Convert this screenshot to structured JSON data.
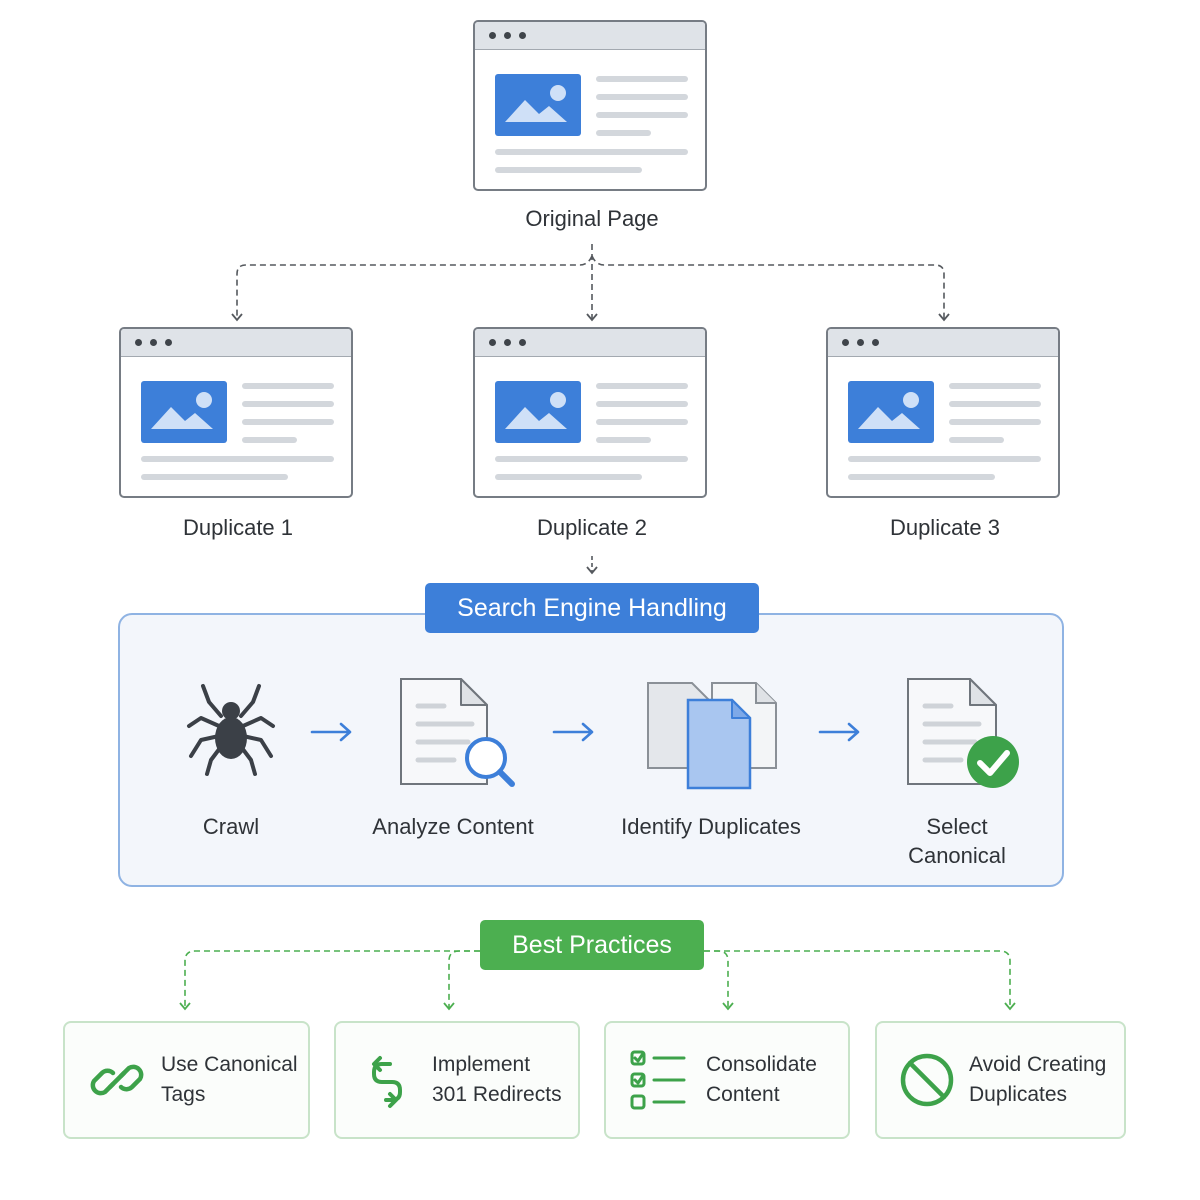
{
  "nodes": {
    "original": "Original Page",
    "duplicate_1": "Duplicate 1",
    "duplicate_2": "Duplicate 2",
    "duplicate_3": "Duplicate 3"
  },
  "handling": {
    "title": "Search Engine Handling",
    "steps": [
      {
        "label": "Crawl",
        "icon": "spider-icon"
      },
      {
        "label": "Analyze Content",
        "icon": "document-search-icon"
      },
      {
        "label": "Identify Duplicates",
        "icon": "duplicate-documents-icon"
      },
      {
        "label": "Select\nCanonical",
        "icon": "document-check-icon"
      }
    ]
  },
  "practices": {
    "title": "Best Practices",
    "items": [
      {
        "label": "Use Canonical\nTags",
        "icon": "link-icon"
      },
      {
        "label": "Implement\n301 Redirects",
        "icon": "redirect-arrows-icon"
      },
      {
        "label": "Consolidate\nContent",
        "icon": "checklist-icon"
      },
      {
        "label": "Avoid Creating\nDuplicates",
        "icon": "prohibited-icon"
      }
    ]
  },
  "colors": {
    "accent_blue": "#3d7fd9",
    "accent_green": "#4caf50",
    "connector_gray": "#55595e"
  }
}
